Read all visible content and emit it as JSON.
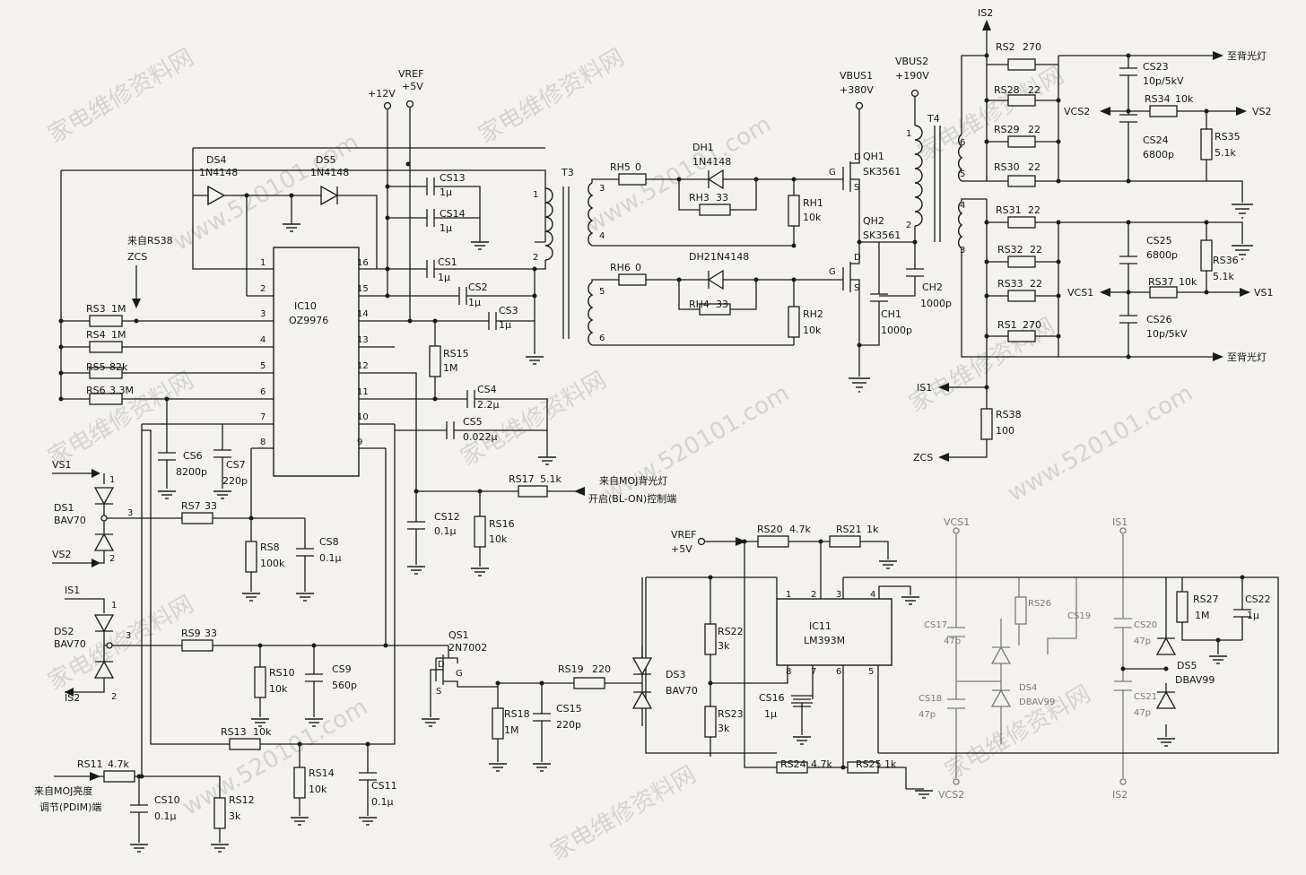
{
  "parts": {
    "ic10": {
      "ref": "IC10",
      "part": "OZ9976"
    },
    "ic11": {
      "ref": "IC11",
      "part": "LM393M"
    },
    "ds4": {
      "ref": "DS4",
      "part": "1N4148"
    },
    "ds5": {
      "ref": "DS5",
      "part": "1N4148"
    },
    "ds1": {
      "ref": "DS1",
      "part": "BAV70"
    },
    "ds2": {
      "ref": "DS2",
      "part": "BAV70"
    },
    "ds3": {
      "ref": "DS3",
      "part": "BAV70"
    },
    "dh1": {
      "ref": "DH1",
      "part": "1N4148"
    },
    "dh2": {
      "ref": "DH2",
      "part": "1N4148"
    },
    "qh1": {
      "ref": "QH1",
      "part": "SK3561"
    },
    "qh2": {
      "ref": "QH2",
      "part": "SK3561"
    },
    "qs1": {
      "ref": "QS1",
      "part": "2N7002"
    },
    "t3": {
      "ref": "T3"
    },
    "t4": {
      "ref": "T4"
    },
    "rs3": {
      "ref": "RS3",
      "value": "1M"
    },
    "rs4": {
      "ref": "RS4",
      "value": "1M"
    },
    "rs5": {
      "ref": "RS5",
      "value": "82k"
    },
    "rs6": {
      "ref": "RS6",
      "value": "3.3M"
    },
    "rs7": {
      "ref": "RS7",
      "value": "33"
    },
    "rs8": {
      "ref": "RS8",
      "value": "100k"
    },
    "rs9": {
      "ref": "RS9",
      "value": "33"
    },
    "rs10": {
      "ref": "RS10",
      "value": "10k"
    },
    "rs11": {
      "ref": "RS11",
      "value": "4.7k"
    },
    "rs12": {
      "ref": "RS12",
      "value": "3k"
    },
    "rs13": {
      "ref": "RS13",
      "value": "10k"
    },
    "rs14": {
      "ref": "RS14",
      "value": "10k"
    },
    "rs15": {
      "ref": "RS15",
      "value": "1M"
    },
    "rs16": {
      "ref": "RS16",
      "value": "10k"
    },
    "rs17": {
      "ref": "RS17",
      "value": "5.1k"
    },
    "rs18": {
      "ref": "RS18",
      "value": "1M"
    },
    "rs19": {
      "ref": "RS19",
      "value": "220"
    },
    "rs20": {
      "ref": "RS20",
      "value": "4.7k"
    },
    "rs21": {
      "ref": "RS21",
      "value": "1k"
    },
    "rs22": {
      "ref": "RS22",
      "value": "3k"
    },
    "rs23": {
      "ref": "RS23",
      "value": "3k"
    },
    "rs24": {
      "ref": "RS24",
      "value": "4.7k"
    },
    "rs25": {
      "ref": "RS25",
      "value": "1k"
    },
    "rs27": {
      "ref": "RS27",
      "value": "1M"
    },
    "rs1": {
      "ref": "RS1",
      "value": "270"
    },
    "rs2": {
      "ref": "RS2",
      "value": "270"
    },
    "rs28": {
      "ref": "RS28",
      "value": "22"
    },
    "rs29": {
      "ref": "RS29",
      "value": "22"
    },
    "rs30": {
      "ref": "RS30",
      "value": "22"
    },
    "rs31": {
      "ref": "RS31",
      "value": "22"
    },
    "rs32": {
      "ref": "RS32",
      "value": "22"
    },
    "rs33": {
      "ref": "RS33",
      "value": "22"
    },
    "rs34": {
      "ref": "RS34",
      "value": "10k"
    },
    "rs35": {
      "ref": "RS35",
      "value": "5.1k"
    },
    "rs36": {
      "ref": "RS36",
      "value": "5.1k"
    },
    "rs37": {
      "ref": "RS37",
      "value": "10k"
    },
    "rs38": {
      "ref": "RS38",
      "value": "100"
    },
    "rh1": {
      "ref": "RH1",
      "value": "10k"
    },
    "rh2": {
      "ref": "RH2",
      "value": "10k"
    },
    "rh3": {
      "ref": "RH3",
      "value": "33"
    },
    "rh4": {
      "ref": "RH4",
      "value": "33"
    },
    "rh5": {
      "ref": "RH5",
      "value": "0"
    },
    "rh6": {
      "ref": "RH6",
      "value": "0"
    },
    "cs1": {
      "ref": "CS1",
      "value": "1μ"
    },
    "cs2": {
      "ref": "CS2",
      "value": "1μ"
    },
    "cs3": {
      "ref": "CS3",
      "value": "1μ"
    },
    "cs4": {
      "ref": "CS4",
      "value": "2.2μ"
    },
    "cs5": {
      "ref": "CS5",
      "value": "0.022μ"
    },
    "cs6": {
      "ref": "CS6",
      "value": "8200p"
    },
    "cs7": {
      "ref": "CS7",
      "value": "220p"
    },
    "cs8": {
      "ref": "CS8",
      "value": "0.1μ"
    },
    "cs9": {
      "ref": "CS9",
      "value": "560p"
    },
    "cs10": {
      "ref": "CS10",
      "value": "0.1μ"
    },
    "cs11": {
      "ref": "CS11",
      "value": "0.1μ"
    },
    "cs12": {
      "ref": "CS12",
      "value": "0.1μ"
    },
    "cs13": {
      "ref": "CS13",
      "value": "1μ"
    },
    "cs14": {
      "ref": "CS14",
      "value": "1μ"
    },
    "cs15": {
      "ref": "CS15",
      "value": "220p"
    },
    "cs16": {
      "ref": "CS16",
      "value": "1μ"
    },
    "cs22": {
      "ref": "CS22",
      "value": "1μ"
    },
    "cs23": {
      "ref": "CS23",
      "value": "10p/5kV"
    },
    "cs24": {
      "ref": "CS24",
      "value": "6800p"
    },
    "cs25": {
      "ref": "CS25",
      "value": "6800p"
    },
    "cs26": {
      "ref": "CS26",
      "value": "10p/5kV"
    },
    "ch1": {
      "ref": "CH1",
      "value": "1000p"
    },
    "ch2": {
      "ref": "CH2",
      "value": "1000p"
    }
  },
  "nets": {
    "v12": "+12V",
    "vref": "VREF",
    "v5": "+5V",
    "vbus1": "VBUS1",
    "v380": "+380V",
    "vbus2": "VBUS2",
    "v190": "+190V",
    "vs1": "VS1",
    "vs2": "VS2",
    "vcs1": "VCS1",
    "vcs2": "VCS2",
    "is1": "IS1",
    "is2": "IS2",
    "zcs": "ZCS"
  },
  "notes": {
    "from_rs38": "来自RS38",
    "backlight_a": "至背光灯",
    "backlight_b": "至背光灯",
    "bl_on_1": "来自MOJ背光灯",
    "bl_on_2": "开启(BL-ON)控制端",
    "pdim_1": "来自MOJ亮度",
    "pdim_2": "调节(PDIM)端"
  },
  "watermark": {
    "site_cn": "家电维修资料网",
    "site_url": "www.520101.com"
  }
}
